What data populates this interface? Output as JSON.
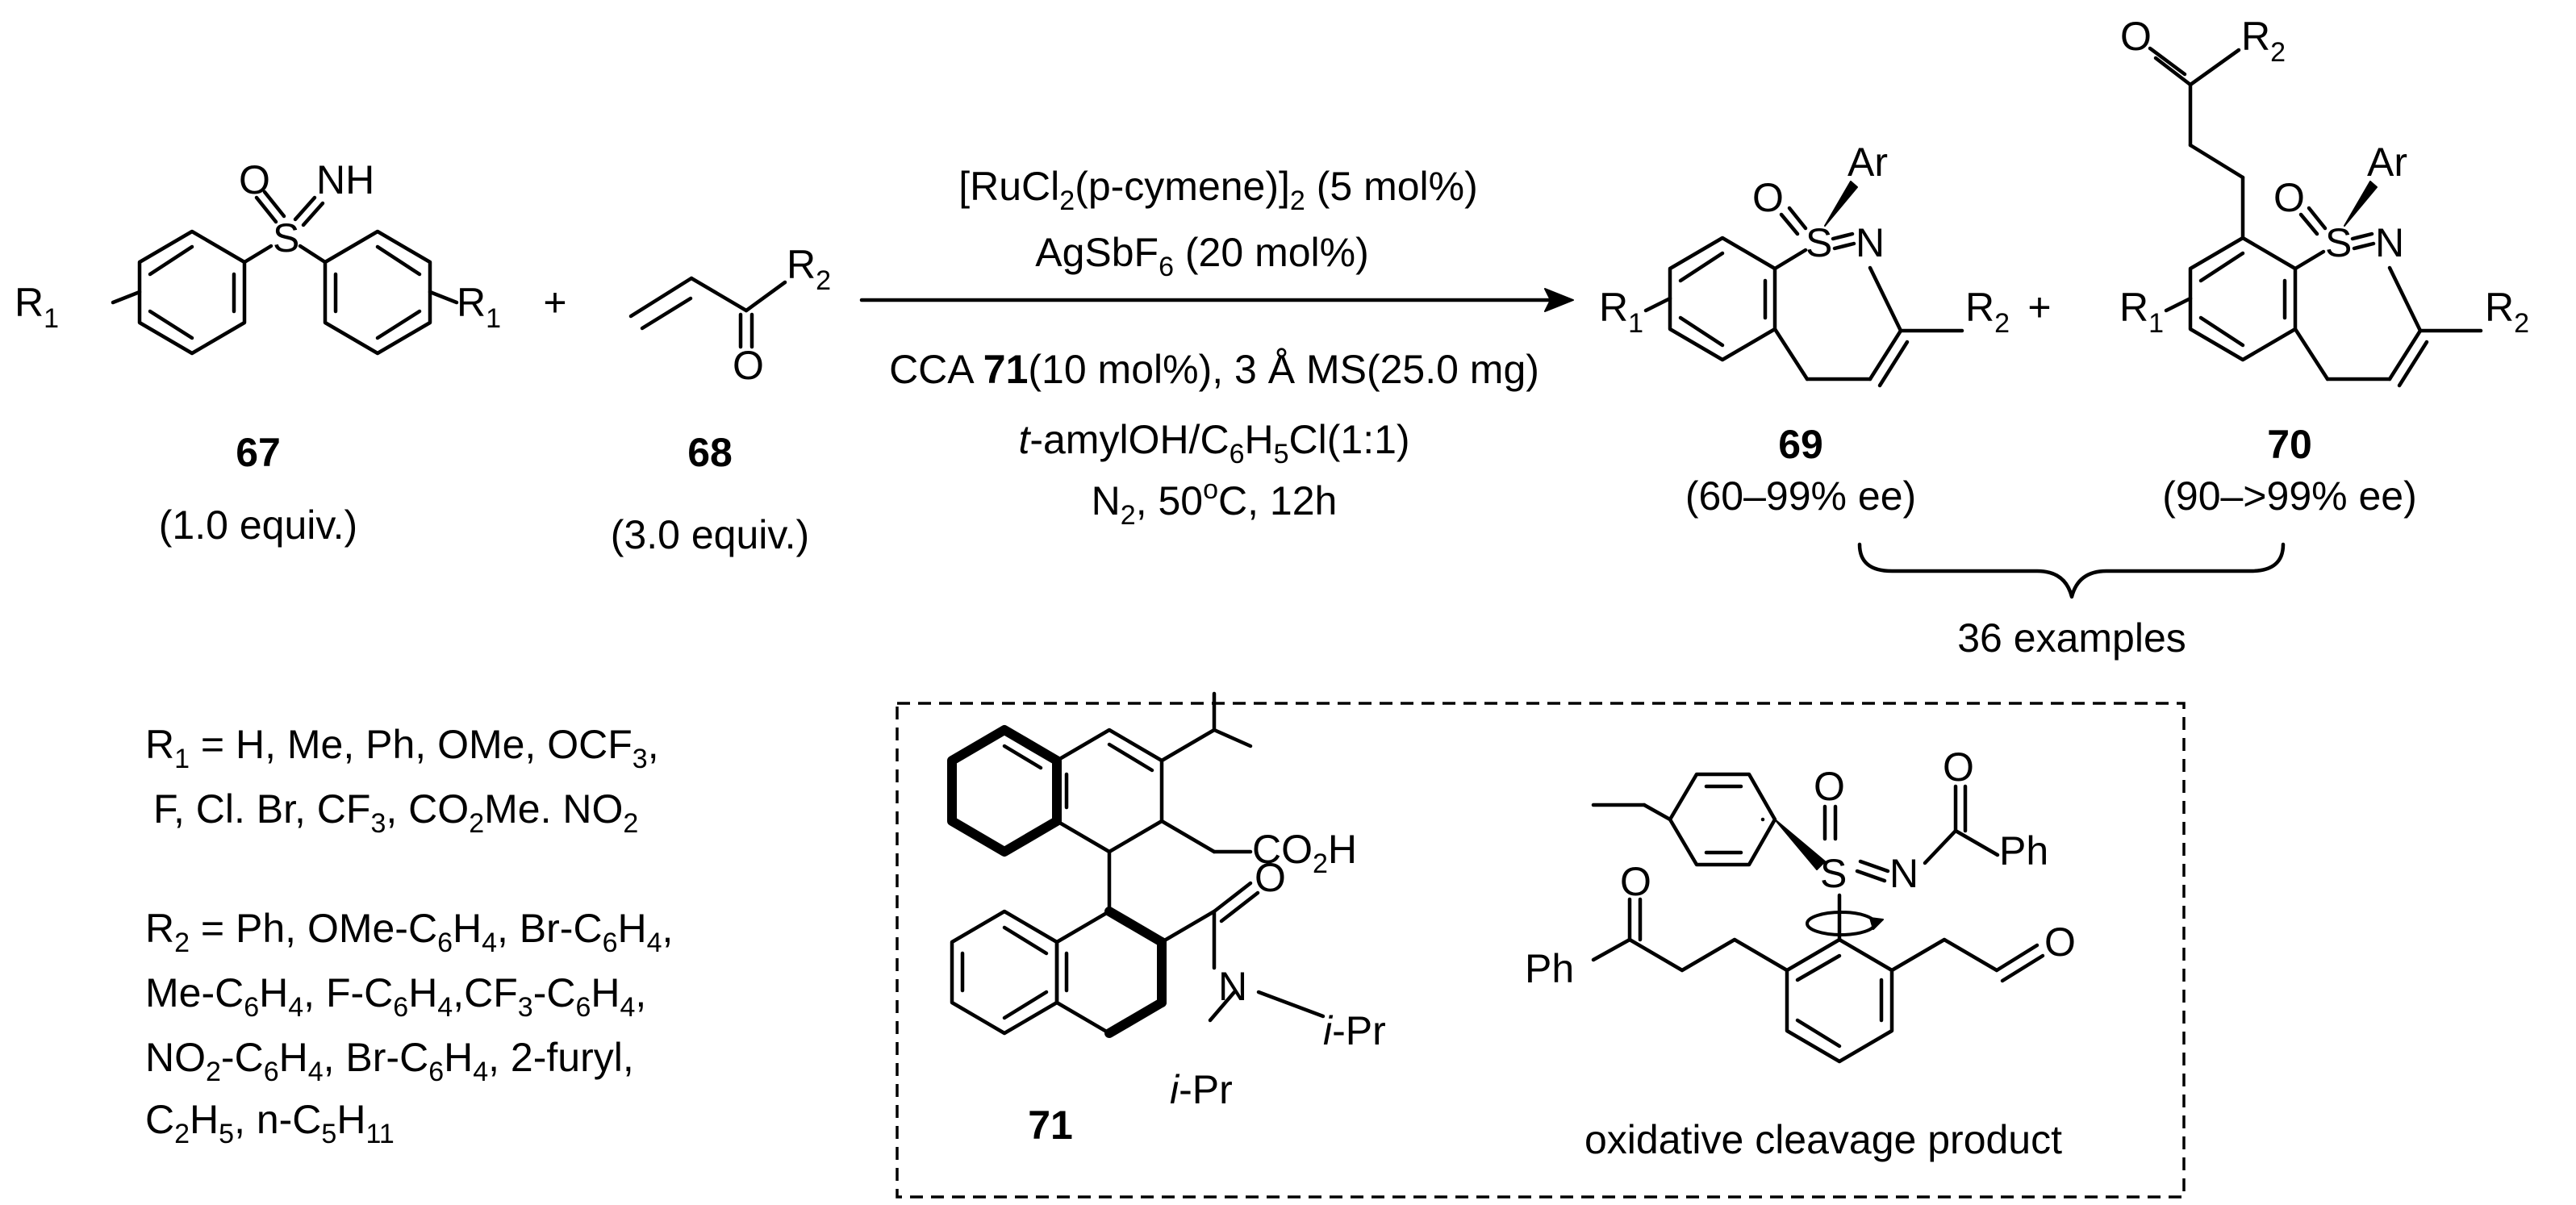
{
  "reaction": {
    "reagents": {
      "catalyst": "[RuCl",
      "catalyst_sub": "2",
      "catalyst_mid": "(p-cymene)]",
      "catalyst_sub2": "2",
      "catalyst_load": " (5 mol%)",
      "additive": "AgSbF",
      "additive_sub": "6",
      "additive_load": " (20 mol%)",
      "cca_prefix": "CCA ",
      "cca_num": "71",
      "cca_rest": "(10 mol%), 3 Å MS(25.0 mg)",
      "solvent_pre": "t",
      "solvent_a": "-amylOH/C",
      "solvent_sub1": "6",
      "solvent_b": "H",
      "solvent_sub2": "5",
      "solvent_c": "Cl(1:1)",
      "cond_n": "N",
      "cond_n_sub": "2",
      "cond_rest": ", 50",
      "cond_deg": "o",
      "cond_tail": "C, 12h"
    },
    "compounds": {
      "c67": {
        "num": "67",
        "equiv": "(1.0 equiv.)"
      },
      "c68": {
        "num": "68",
        "equiv": "(3.0 equiv.)"
      },
      "c69": {
        "num": "69",
        "ee": "(60–99% ee)"
      },
      "c70": {
        "num": "70",
        "ee": "(90–>99% ee)"
      }
    },
    "plus": "+",
    "examples": "36 examples"
  },
  "atoms": {
    "O": "O",
    "S": "S",
    "N": "N",
    "NH": "NH",
    "Ar": "Ar",
    "R": "R",
    "sub1": "1",
    "sub2": "2",
    "Ph": "Ph",
    "CO2H_a": "CO",
    "CO2H_b": "2",
    "CO2H_c": "H",
    "iPr_a": "i",
    "iPr_b": "-Pr"
  },
  "substituents": {
    "r1_line1_a": "R",
    "r1_line1_sub": "1",
    "r1_line1_b": " = H, Me, Ph, OMe, OCF",
    "r1_line1_sub2": "3",
    "r1_line1_c": ",",
    "r1_line2_a": "F, Cl. Br, CF",
    "r1_line2_sub": "3",
    "r1_line2_b": ", CO",
    "r1_line2_sub2": "2",
    "r1_line2_c": "Me. NO",
    "r1_line2_sub3": "2",
    "r2_line1_a": "R",
    "r2_line1_sub": "2",
    "r2_line1_b": " = Ph, OMe-C",
    "r2_line1_s1": "6",
    "r2_line1_c": "H",
    "r2_line1_s2": "4",
    "r2_line1_d": ", Br-C",
    "r2_line1_s3": "6",
    "r2_line1_e": "H",
    "r2_line1_s4": "4",
    "r2_line1_f": ",",
    "r2_line2_a": "Me-C",
    "r2_line2_s1": "6",
    "r2_line2_b": "H",
    "r2_line2_s2": "4",
    "r2_line2_c": ", F-C",
    "r2_line2_s3": "6",
    "r2_line2_d": "H",
    "r2_line2_s4": "4",
    "r2_line2_e": ",CF",
    "r2_line2_s5": "3",
    "r2_line2_f": "-C",
    "r2_line2_s6": "6",
    "r2_line2_g": "H",
    "r2_line2_s7": "4",
    "r2_line2_h": ",",
    "r2_line3_a": "NO",
    "r2_line3_s1": "2",
    "r2_line3_b": "-C",
    "r2_line3_s2": "6",
    "r2_line3_c": "H",
    "r2_line3_s3": "4",
    "r2_line3_d": ", Br-C",
    "r2_line3_s4": "6",
    "r2_line3_e": "H",
    "r2_line3_s5": "4",
    "r2_line3_f": ", 2-furyl,",
    "r2_line4_a": "C",
    "r2_line4_s1": "2",
    "r2_line4_b": "H",
    "r2_line4_s2": "5",
    "r2_line4_c": ", n-C",
    "r2_line4_s3": "5",
    "r2_line4_d": "H",
    "r2_line4_s4": "11"
  },
  "box": {
    "c71_num": "71",
    "cleavage_label": "oxidative cleavage product"
  }
}
